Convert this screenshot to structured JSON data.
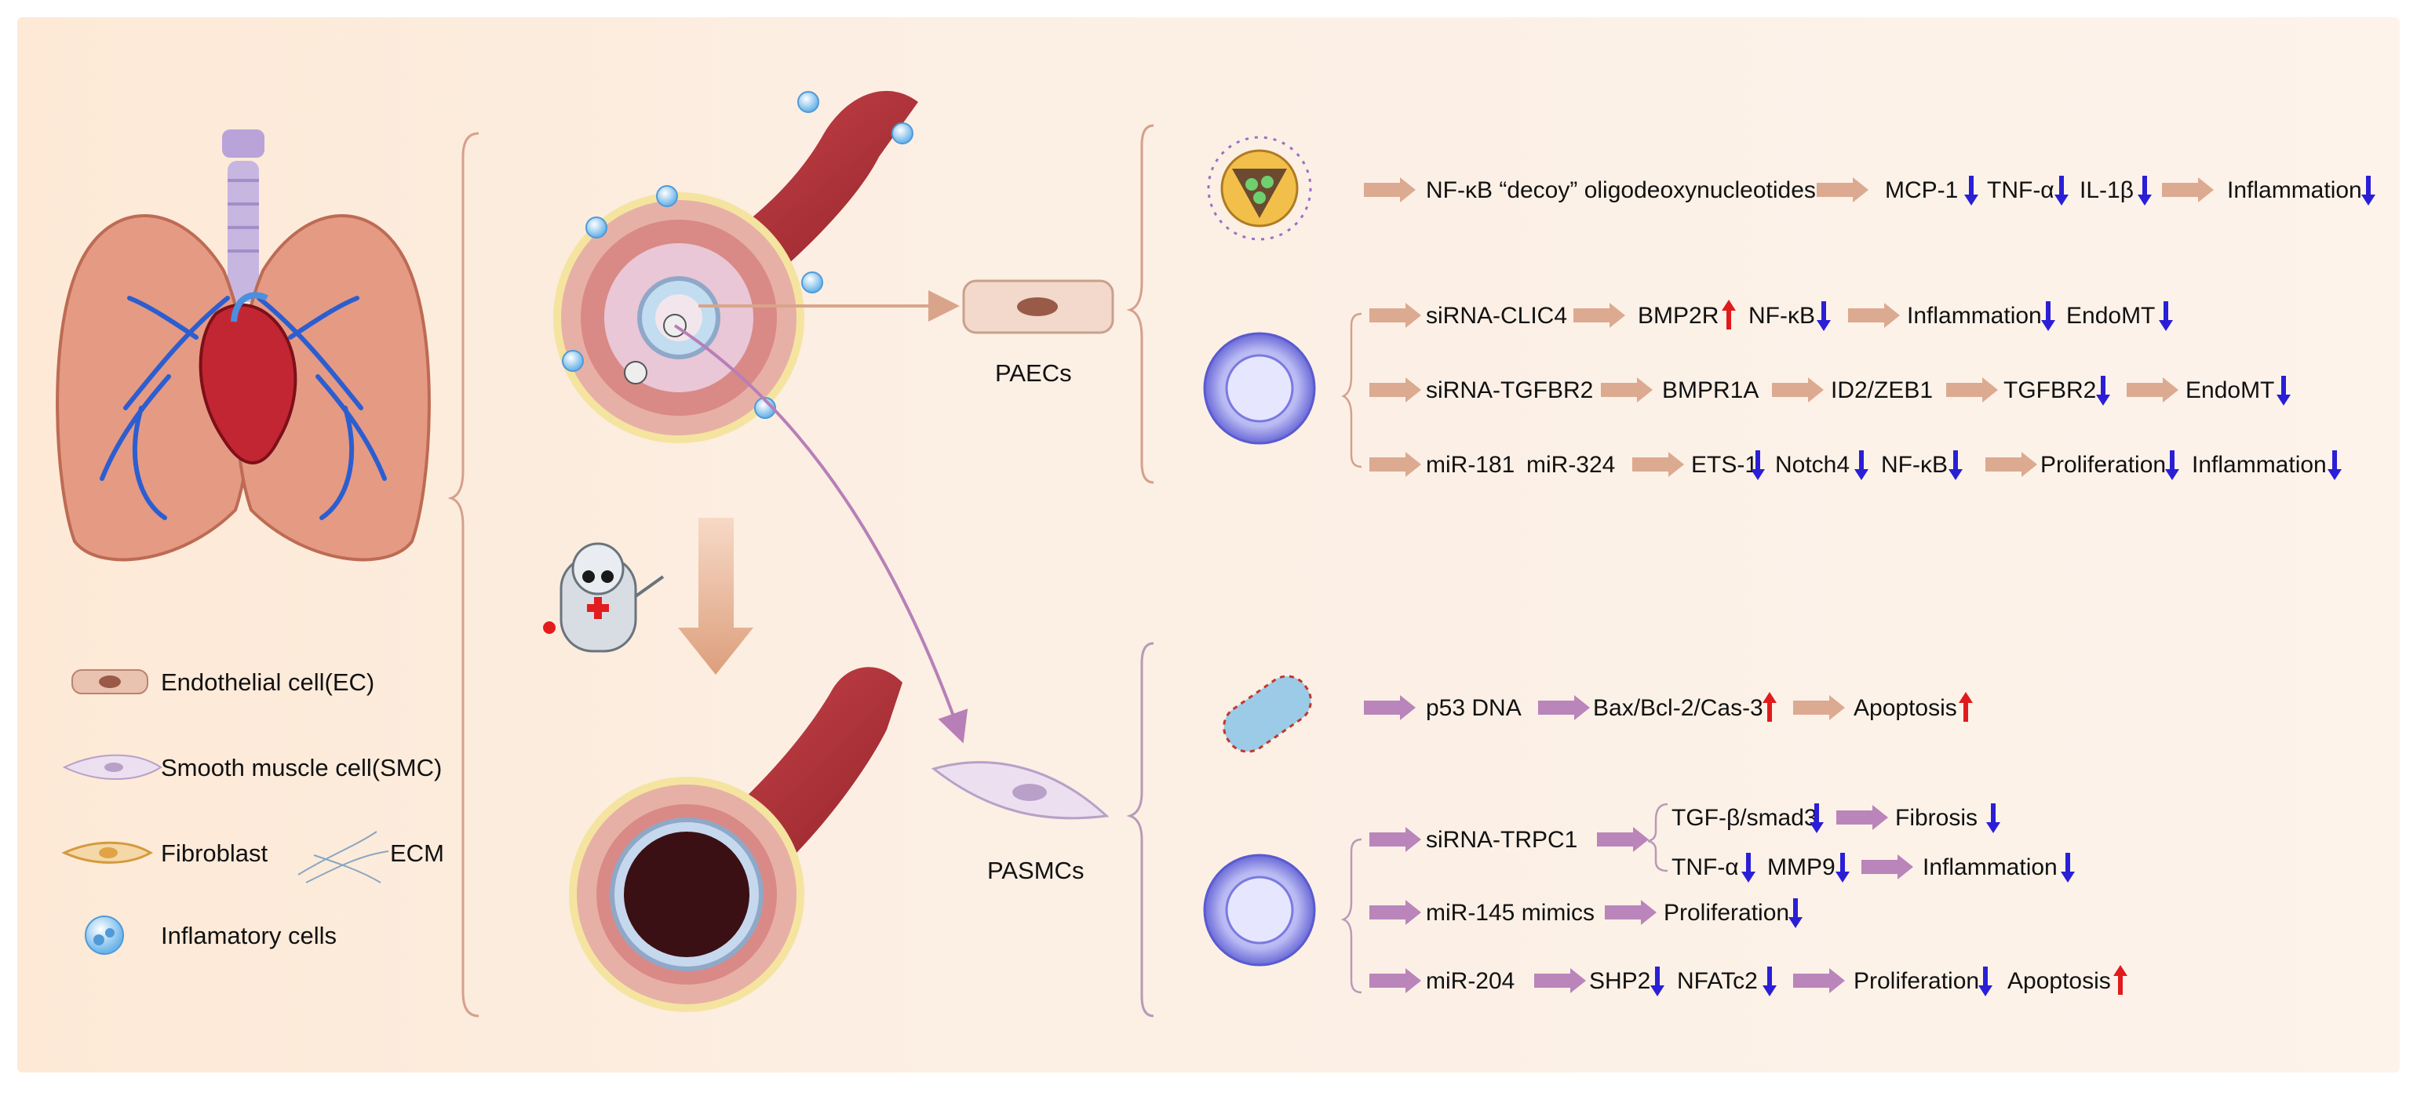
{
  "legend": {
    "endothelial": "Endothelial cell(EC)",
    "smooth_muscle": "Smooth muscle cell(SMC)",
    "fibroblast": "Fibroblast",
    "ecm": "ECM",
    "inflammatory": "Inflamatory cells"
  },
  "cells": {
    "paecs": "PAECs",
    "pasmcs": "PASMCs"
  },
  "colors": {
    "down_arrow": "#2a1fd6",
    "up_arrow": "#e01b1b",
    "paec_arrow": "#d9a58a",
    "pasmc_arrow": "#b77fb8",
    "vessel": "#b8323a"
  },
  "paec_pathways": {
    "row1": {
      "a": "NF-κB “decoy” oligodeoxynucleotides",
      "b": "MCP-1",
      "c": "TNF-α",
      "d": "IL-1β",
      "e": "Inflammation"
    },
    "row2": {
      "a": "siRNA-CLIC4",
      "b": "BMP2R",
      "c": "NF-κB",
      "d": "Inflammation",
      "e": "EndoMT"
    },
    "row3": {
      "a": "siRNA-TGFBR2",
      "b": "BMPR1A",
      "c": "ID2/ZEB1",
      "d": "TGFBR2",
      "e": "EndoMT"
    },
    "row4": {
      "a": "miR-181",
      "b": "miR-324",
      "c": "ETS-1",
      "d": "Notch4",
      "e": "NF-κB",
      "f": "Proliferation",
      "g": "Inflammation"
    }
  },
  "pasmc_pathways": {
    "row1": {
      "a": "p53 DNA",
      "b": "Bax/Bcl-2/Cas-3",
      "c": "Apoptosis"
    },
    "row2": {
      "a": "siRNA-TRPC1",
      "b": "TGF-β/smad3",
      "c": "Fibrosis",
      "d": "TNF-α",
      "e": "MMP9",
      "f": "Inflammation"
    },
    "row3": {
      "a": "miR-145 mimics",
      "b": "Proliferation"
    },
    "row4": {
      "a": "miR-204",
      "b": "SHP2",
      "c": "NFATc2",
      "d": "Proliferation",
      "e": "Apoptosis"
    }
  }
}
